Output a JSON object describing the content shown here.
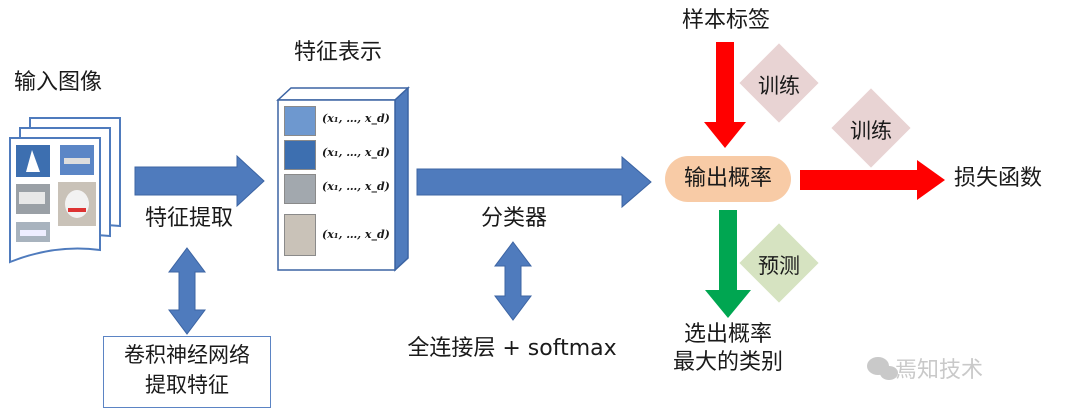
{
  "labels": {
    "input_image": "输入图像",
    "feature_repr": "特征表示",
    "feature_extract": "特征提取",
    "cnn_line1": "卷积神经网络",
    "cnn_line2": "提取特征",
    "classifier": "分类器",
    "fc_softmax": "全连接层 + softmax",
    "sample_label": "样本标签",
    "train_top": "训练",
    "train_right": "训练",
    "output_prob": "输出概率",
    "loss_fn": "损失函数",
    "predict": "预测",
    "select_line1": "选出概率",
    "select_line2": "最大的类别"
  },
  "feature_rows": [
    {
      "formula": "(x₁, …, x_d)"
    },
    {
      "formula": "(x₁, …, x_d)"
    },
    {
      "formula": "(x₁, …, x_d)"
    },
    {
      "formula": "(x₁, …, x_d)"
    }
  ],
  "watermark": "焉知技术",
  "colors": {
    "blue_arrow": "#4f7bbd",
    "blue_arrow_dark": "#3c64a3",
    "red_arrow": "#ff0000",
    "green_arrow": "#00a651",
    "pill": "#f8cba6",
    "diamond_pink": "#e8d3d3",
    "diamond_green": "#d6e3c1",
    "doc_border": "#4f7bbd"
  },
  "icons": {
    "wechat_logo": "wechat-icon"
  }
}
